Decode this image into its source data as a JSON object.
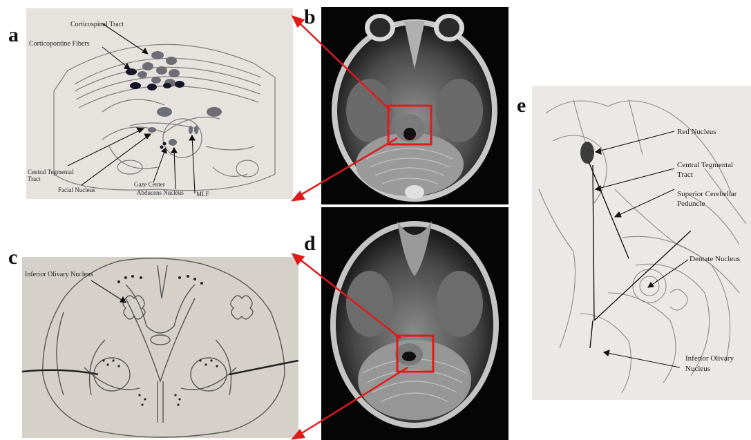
{
  "panels": {
    "a": "a",
    "b": "b",
    "c": "c",
    "d": "d",
    "e": "e"
  },
  "panel_a": {
    "labels": {
      "corticospinal": "Corticospinal Tract",
      "corticopontine": "Corticopontine Fibers",
      "central_tegmental": "Central Tegmental",
      "central_tegmental_2": "Tract",
      "facial": "Facial Nucleus",
      "gaze": "Gaze Center",
      "abducens": "Abducens Nucleus",
      "mlf": "MLF"
    }
  },
  "panel_c": {
    "labels": {
      "inferior_olivary": "Inferior Olivary Nucleus"
    }
  },
  "panel_e": {
    "labels": {
      "red_nucleus": "Red Nucleus",
      "central_tegmental": "Central Tegmental",
      "central_tegmental_2": "Tract",
      "superior_cerebellar": "Superior Cerebellar",
      "superior_cerebellar_2": "Peduncle",
      "dentate": "Dentate Nucleus",
      "inferior_olivary": "Inferior Olivary",
      "inferior_olivary_2": "Nucleus"
    }
  },
  "colors": {
    "arrow": "#e11919",
    "highlight_box": "#e11919"
  }
}
